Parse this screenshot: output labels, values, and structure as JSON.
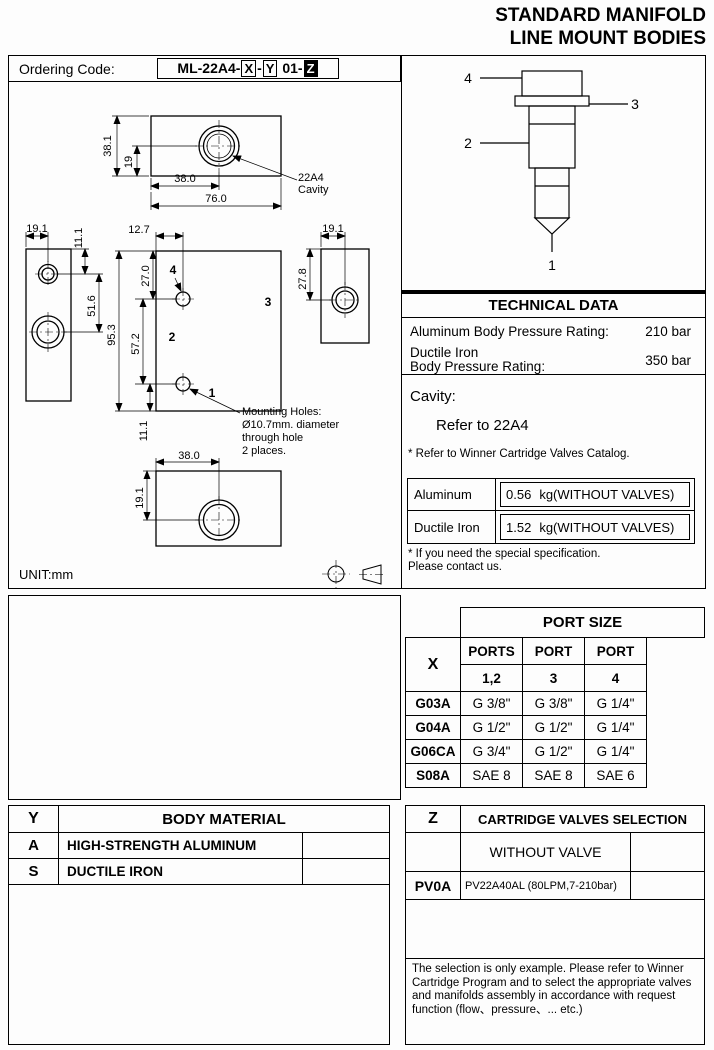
{
  "header": {
    "title_line1": "STANDARD MANIFOLD",
    "title_line2": "LINE MOUNT BODIES"
  },
  "ordering_code": {
    "label": "Ordering Code:",
    "prefix": "ML-22A4-",
    "x": "X",
    "dash": "-",
    "y": "Y",
    "mid": " 01-",
    "z": "Z"
  },
  "drawing": {
    "unit": "UNIT:mm",
    "cavity_callout_line1": "22A4",
    "cavity_callout_line2": "Cavity",
    "mounting_note_line1": "Mounting Holes:",
    "mounting_note_line2": "Ø10.7mm. diameter",
    "mounting_note_line3": "through hole",
    "mounting_note_line4": "2 places.",
    "ports": {
      "p1": "1",
      "p2": "2",
      "p3": "3",
      "p4": "4"
    },
    "dims": {
      "top_view_height": "38.1",
      "top_view_port_offset": "19",
      "top_view_port_x": "38.0",
      "top_view_width": "76.0",
      "side_hole_x": "19.1",
      "side_hole_y": "11.1",
      "front_hole_x": "12.7",
      "front_hole4_y": "27.0",
      "side_hole_spacing": "51.6",
      "front_height": "95.3",
      "front_hole_spacing": "57.2",
      "right_hole_y": "27.8",
      "right_hole_x": "19.1",
      "front_hole1_y": "11.1",
      "bottom_port_x": "38.0",
      "bottom_hole_y": "19.1"
    }
  },
  "valve_diagram": {
    "ports": {
      "p1": "1",
      "p2": "2",
      "p3": "3",
      "p4": "4"
    }
  },
  "technical_data": {
    "title": "TECHNICAL DATA",
    "pressure_rows": [
      {
        "label_line1": "Aluminum Body Pressure Rating:",
        "label_line2": "",
        "value": "210 bar"
      },
      {
        "label_line1": "Ductile Iron",
        "label_line2": "Body Pressure Rating:",
        "value": "350 bar"
      }
    ],
    "cavity_label": "Cavity:",
    "cavity_value": "Refer to 22A4",
    "cavity_note": "* Refer to Winner Cartridge Valves Catalog.",
    "weights": [
      {
        "material": "Aluminum",
        "value": "0.56",
        "unit": "kg(WITHOUT VALVES)"
      },
      {
        "material": "Ductile Iron",
        "value": "1.52",
        "unit": "kg(WITHOUT VALVES)"
      }
    ],
    "footnote_line1": "* If you need the special specification.",
    "footnote_line2": "Please contact us."
  },
  "port_size": {
    "title": "PORT SIZE",
    "x_label": "X",
    "col1": "PORTS",
    "col2": "PORT",
    "col3": "PORT",
    "sub1": "1,2",
    "sub2": "3",
    "sub3": "4",
    "rows": [
      {
        "code": "G03A",
        "p12": "G 3/8\"",
        "p3": "G 3/8\"",
        "p4": "G 1/4\""
      },
      {
        "code": "G04A",
        "p12": "G 1/2\"",
        "p3": "G 1/2\"",
        "p4": "G 1/4\""
      },
      {
        "code": "G06CA",
        "p12": "G 3/4\"",
        "p3": "G 1/2\"",
        "p4": "G 1/4\""
      },
      {
        "code": "S08A",
        "p12": "SAE 8",
        "p3": "SAE 8",
        "p4": "SAE 6"
      }
    ]
  },
  "body_material": {
    "y_label": "Y",
    "title": "BODY MATERIAL",
    "rows": [
      {
        "code": "A",
        "material": "HIGH-STRENGTH ALUMINUM"
      },
      {
        "code": "S",
        "material": "DUCTILE IRON"
      }
    ]
  },
  "cartridge_valves": {
    "z_label": "Z",
    "title": "CARTRIDGE VALVES SELECTION",
    "rows": [
      {
        "code": "",
        "selection": "WITHOUT VALVE"
      },
      {
        "code": "PV0A",
        "selection": "PV22A40AL (80LPM,7-210bar)"
      }
    ],
    "note": "The selection is only example. Please refer to Winner Cartridge Program and to select the appropriate valves and manifolds assembly in accordance with request function (flow、pressure、... etc.)"
  }
}
